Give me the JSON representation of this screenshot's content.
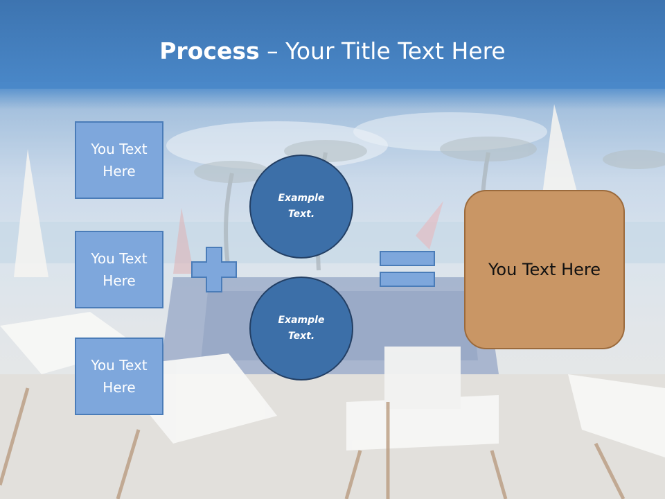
{
  "title": {
    "bold": "Process",
    "rest": " – Your Title Text Here"
  },
  "left_boxes": [
    {
      "text": "You Text Here"
    },
    {
      "text": "You Text Here"
    },
    {
      "text": "You Text Here"
    }
  ],
  "circles": [
    {
      "text": "Example Text."
    },
    {
      "text": "Example Text."
    }
  ],
  "result_box": {
    "text": "You Text Here"
  },
  "colors": {
    "title_bar": "#4a88c9",
    "left_box_fill": "#7ea7dc",
    "circle_fill": "#3c6fa8",
    "result_fill": "#c99665",
    "operator_fill": "#7ea7dc"
  },
  "icons": [
    "plus-icon",
    "equals-icon"
  ]
}
